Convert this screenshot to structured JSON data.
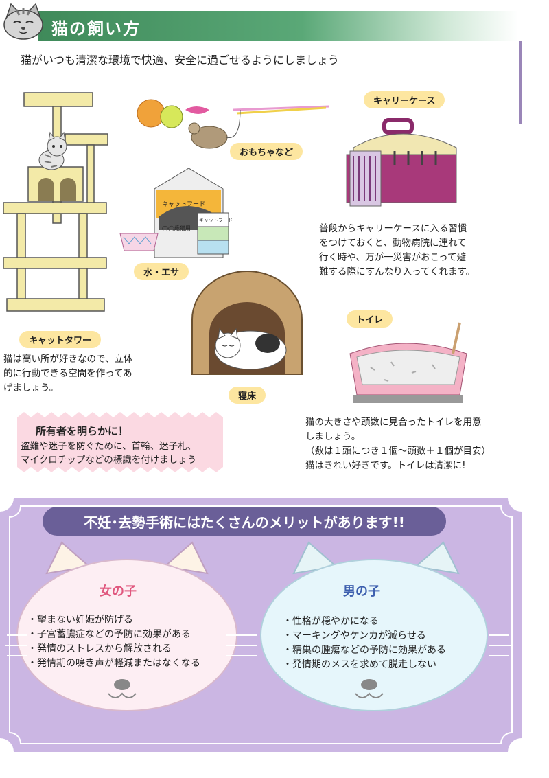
{
  "header": {
    "title": "猫の飼い方"
  },
  "intro": "猫がいつも清潔な環境で快適、安全に過ごせるようにしましょう",
  "items": {
    "toys": {
      "label": "おもちゃなど"
    },
    "carrier": {
      "label": "キャリーケース",
      "description": [
        "普段からキャリーケースに入る習慣",
        "をつけておくと、動物病院に連れて",
        "行く時や、万が一災害がおこって避",
        "難する際にすんなり入ってくれます。"
      ]
    },
    "food": {
      "label": "水・エサ",
      "bag_text": "キャットフード",
      "bag_sub": "◯◯歳猫用",
      "can_text": "キャットフード"
    },
    "tower": {
      "label": "キャットタワー",
      "description": [
        "猫は高い所が好きなので、立体",
        "的に行動できる空間を作ってあ",
        "げましょう。"
      ]
    },
    "bed": {
      "label": "寝床"
    },
    "toilet": {
      "label": "トイレ",
      "description": [
        "猫の大きさや頭数に見合ったトイレを用意",
        "しましょう。",
        "（数は１頭につき１個～頭数＋１個が目安）",
        "猫はきれい好きです。トイレは清潔に!"
      ]
    }
  },
  "ownership": {
    "title": "所有者を明らかに！",
    "lines": [
      "盗難や迷子を防ぐために、首輪、迷子札、",
      "マイクロチップなどの標識を付けましょう"
    ]
  },
  "benefits": {
    "title": "不妊･去勢手術にはたくさんのメリットがあります!!",
    "female": {
      "title": "女の子",
      "color": "#e0577e",
      "points": [
        "望まない妊娠が防げる",
        "子宮蓄膿症などの予防に効果がある",
        "発情のストレスから解放される",
        "発情期の鳴き声が軽減またはなくなる"
      ]
    },
    "male": {
      "title": "男の子",
      "color": "#3d5fae",
      "points": [
        "性格が穏やかになる",
        "マーキングやケンカが減らせる",
        "精巣の腫瘍などの予防に効果がある",
        "発情期のメスを求めて脱走しない"
      ]
    }
  },
  "colors": {
    "header_green": "#4a9a66",
    "tag_yellow": "#fde6a0",
    "panel_purple": "#cbb6e3",
    "title_bar": "#6a5f98"
  }
}
